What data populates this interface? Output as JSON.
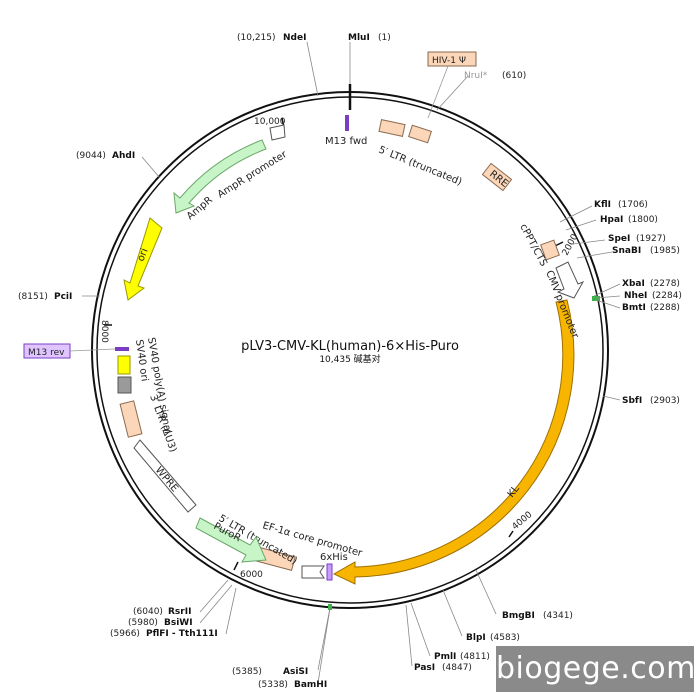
{
  "plasmid": {
    "name": "pLV3-CMV-KL(human)-6×His-Puro",
    "size_label": "10,435 碱基对"
  },
  "tick_labels": [
    "2000",
    "4000",
    "6000",
    "8000",
    "10,000"
  ],
  "features": {
    "hiv_psi": "HIV-1 Ψ",
    "ltr5_top": "5′ LTR (truncated)",
    "rre": "RRE",
    "cppt": "cPPT/CTS",
    "cmv": "CMV promoter",
    "kl": "KL",
    "his": "6xHis",
    "ef1a": "EF-1α core promoter",
    "puror": "PuroR",
    "ltr5_bottom": "5′ LTR (truncated)",
    "wpre": "WPRE",
    "ltr3": "3′ LTR (ΔU3)",
    "sv40_polya": "SV40 poly(A) signal",
    "sv40_ori": "SV40 ori",
    "m13_rev": "M13 rev",
    "ori": "ori",
    "ampr": "AmpR",
    "ampr_promoter": "AmpR promoter",
    "m13_fwd": "M13 fwd"
  },
  "sites": {
    "ndei": {
      "name": "NdeI",
      "pos": "(10,215)"
    },
    "mlui": {
      "name": "MluI",
      "pos": "(1)"
    },
    "nrui": {
      "name": "NruI*",
      "pos": "(610)"
    },
    "kfli": {
      "name": "KflI",
      "pos": "(1706)"
    },
    "hpai": {
      "name": "HpaI",
      "pos": "(1800)"
    },
    "spei": {
      "name": "SpeI",
      "pos": "(1927)"
    },
    "snabi": {
      "name": "SnaBI",
      "pos": "(1985)"
    },
    "xbai": {
      "name": "XbaI",
      "pos": "(2278)"
    },
    "nhei": {
      "name": "NheI",
      "pos": "(2284)"
    },
    "bmti": {
      "name": "BmtI",
      "pos": "(2288)"
    },
    "sbfi": {
      "name": "SbfI",
      "pos": "(2903)"
    },
    "bmgbi": {
      "name": "BmgBI",
      "pos": "(4341)"
    },
    "blpi": {
      "name": "BlpI",
      "pos": "(4583)"
    },
    "pmli": {
      "name": "PmlI",
      "pos": "(4811)"
    },
    "pasi": {
      "name": "PasI",
      "pos": "(4847)"
    },
    "asisi": {
      "name": "AsiSI",
      "pos": "(5385)"
    },
    "bamhi": {
      "name": "BamHI",
      "pos": "(5338)"
    },
    "rsrii": {
      "name": "RsrII",
      "pos": "(6040)"
    },
    "bsiwi": {
      "name": "BsiWI",
      "pos": "(5980)"
    },
    "pflfi": {
      "name": "PflFI - Tth111I",
      "pos": "(5966)"
    },
    "pcii": {
      "name": "PciI",
      "pos": "(8151)"
    },
    "ahdi": {
      "name": "AhdI",
      "pos": "(9044)"
    }
  },
  "watermark": "biogege.com",
  "colors": {
    "kl": "#f7b500",
    "ori": "#ffff00",
    "ampr": "#c8f5c8",
    "puror": "#c8f5c8",
    "ltr": "#fbd6b8",
    "sv40_ori": "#9a9a9a",
    "primer": "#7a3fc0",
    "m13_rev_box": "#e0c4ff"
  }
}
